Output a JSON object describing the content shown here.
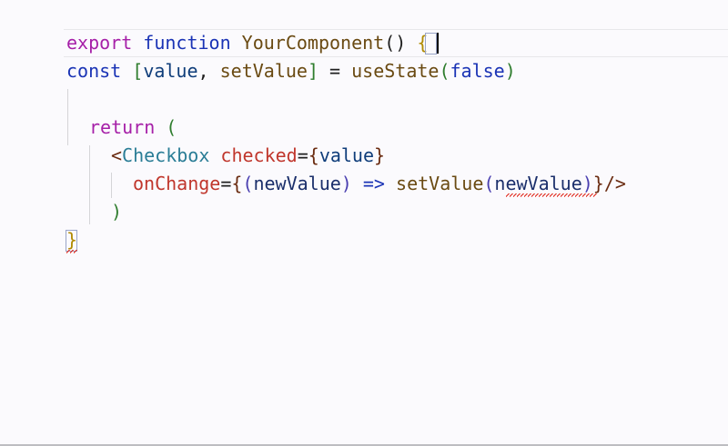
{
  "code": {
    "line1": {
      "export": "export",
      "function": "function",
      "name": "YourComponent",
      "parens": "()",
      "open_brace": "{"
    },
    "line2": {
      "const": "const",
      "open_bracket": "[",
      "value": "value",
      "comma": ",",
      "setter": "setValue",
      "close_bracket": "]",
      "equals": "=",
      "hook": "useState",
      "open_paren": "(",
      "arg": "false",
      "close_paren": ")"
    },
    "line4": {
      "return": "return",
      "open_paren": "("
    },
    "line5": {
      "lt": "<",
      "component": "Checkbox",
      "attr": "checked",
      "eq": "=",
      "open": "{",
      "value": "value",
      "close": "}"
    },
    "line6": {
      "attr": "onChange",
      "eq": "=",
      "open": "{",
      "open_paren": "(",
      "param": "newValue",
      "close_paren": ")",
      "arrow": "=>",
      "call": "setValue",
      "call_open": "(",
      "arg": "newValue",
      "call_close": ")",
      "close": "}",
      "self_close": "/>"
    },
    "line7": {
      "close_paren": ")"
    },
    "line8": {
      "close_brace": "}"
    }
  },
  "colors": {
    "background": "#fbfafd",
    "keyword_purple": "#a620a8",
    "keyword_blue": "#1a33b5",
    "function_name": "#6a4a12",
    "jsx_tag": "#2a7d96",
    "jsx_attr": "#c0362c",
    "error_squiggle": "#e0281c"
  }
}
